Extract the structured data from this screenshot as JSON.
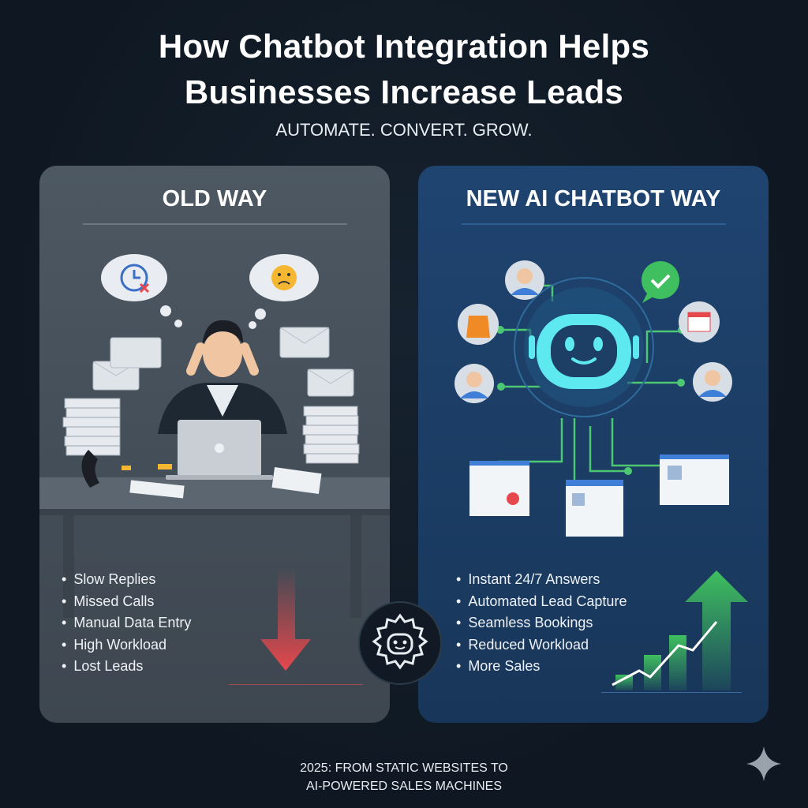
{
  "header": {
    "title_line1": "How Chatbot Integration Helps",
    "title_line2": "Businesses Increase Leads",
    "subtitle": "AUTOMATE. CONVERT. GROW."
  },
  "old_way": {
    "heading": "OLD WAY",
    "bullets": [
      "Slow Replies",
      "Missed Calls",
      "Manual Data Entry",
      "High Workload",
      "Lost Leads"
    ]
  },
  "new_way": {
    "heading": "NEW AI CHATBOT WAY",
    "bullets": [
      "Instant 24/7 Answers",
      "Automated Lead Capture",
      "Seamless Bookings",
      "Reduced Workload",
      "More Sales"
    ]
  },
  "footer": {
    "line1": "2025: FROM STATIC WEBSITES TO",
    "line2": "AI-POWERED SALES MACHINES"
  },
  "colors": {
    "background": "#101924",
    "old_card": "#4a5560",
    "new_card": "#1d3d63",
    "accent_green": "#3fbf5f",
    "accent_red": "#e5484d",
    "robot_cyan": "#5ee8f0"
  }
}
